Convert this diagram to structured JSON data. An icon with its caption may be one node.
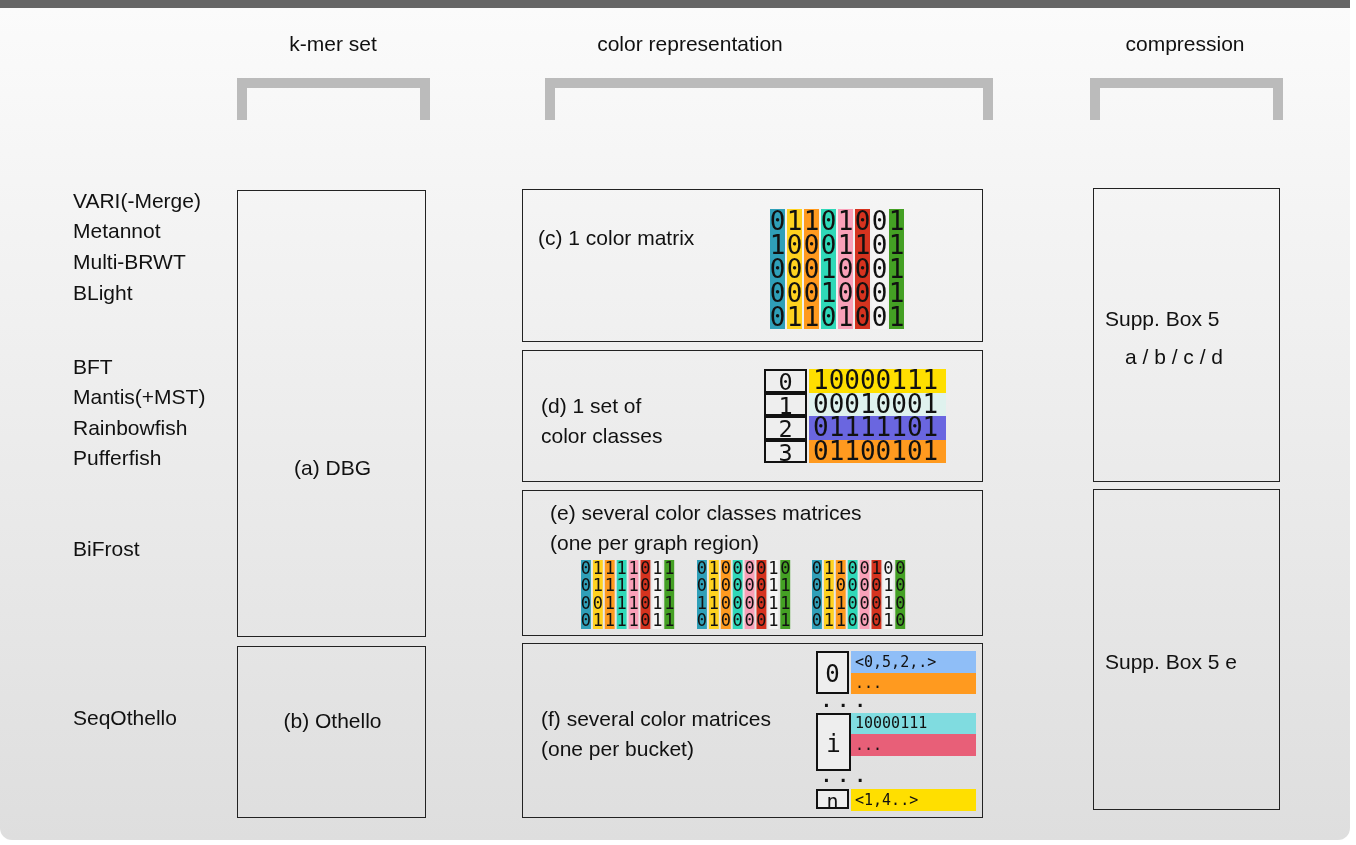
{
  "diagram": {
    "nodes": [
      {
        "text": [
          "(a) DBG"
        ]
      },
      {
        "text": [
          "(b) Othello"
        ]
      },
      {
        "text": [
          "(c) 1 color matrix",
          "01101001 10001101 00010001 00010001 01101001"
        ]
      },
      {
        "text": [
          "(d) 1 set of color classes",
          "0",
          "10000111",
          "1",
          "00010001",
          "2",
          "01111101",
          "3",
          "01100101"
        ]
      },
      {
        "text": [
          "(e) several color classes matrices (one per graph region)",
          "01111011 01111011 00111011 01111011",
          "01000010 01000011 11000011 01000011",
          "01100100 01000010 01100010 01100010"
        ]
      },
      {
        "text": [
          "(f) several color matrices (one per bucket)",
          "0",
          "<0,5,2,.>",
          "...",
          "...",
          "i",
          "10000111",
          "...",
          "...",
          "n",
          "<1,4..>"
        ]
      },
      {
        "text": [
          "Supp. Box 5",
          "a / b / c / d"
        ]
      },
      {
        "text": [
          "Supp. Box 5 e"
        ]
      }
    ],
    "labels": [
      "k-mer set",
      "color representation",
      "compression",
      "VARI(-Merge)",
      "Metannot",
      "Multi-BRWT",
      "BLight",
      "BFT",
      "Mantis(+MST)",
      "Rainbowfish",
      "Pufferfish",
      "BiFrost",
      "SeqOthello"
    ]
  }
}
